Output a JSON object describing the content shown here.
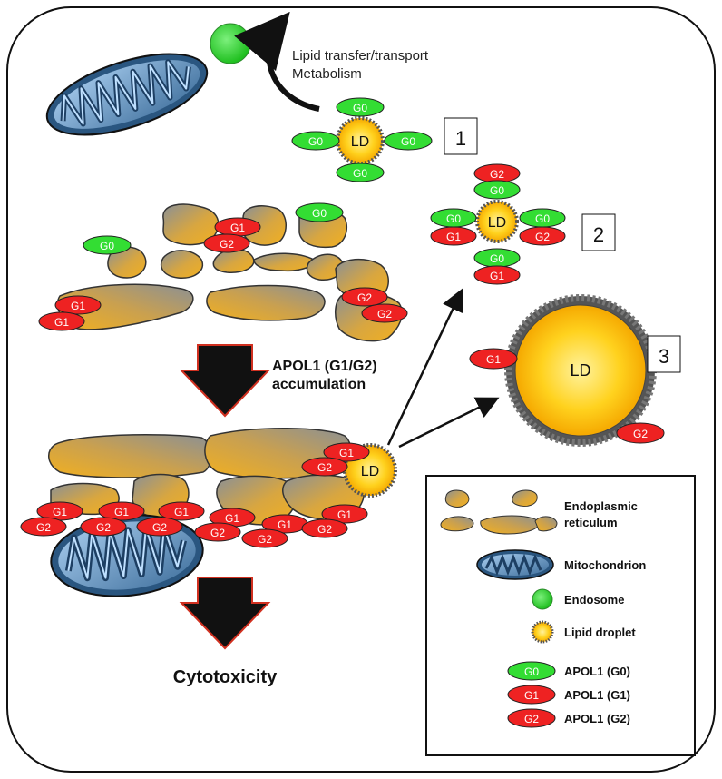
{
  "arrow_label": {
    "line1": "Lipid transfer/transport",
    "line2": "Metabolism"
  },
  "accumulation_label": {
    "line1": "APOL1 (G1/G2)",
    "line2": "accumulation"
  },
  "outcome_label": "Cytotoxicity",
  "droplet_text": "LD",
  "stage_numbers": [
    "1",
    "2",
    "3"
  ],
  "variants": {
    "g0": "G0",
    "g1": "G1",
    "g2": "G2"
  },
  "legend": {
    "er": "Endoplasmic reticulum",
    "er_line1": "Endoplasmic",
    "er_line2": "reticulum",
    "mito": "Mitochondrion",
    "endosome": "Endosome",
    "lipid_droplet": "Lipid droplet",
    "apol1_g0": "APOL1 (G0)",
    "apol1_g1": "APOL1 (G1)",
    "apol1_g2": "APOL1 (G2)"
  },
  "colors": {
    "g0_fill": "#33dd33",
    "g1_fill": "#ee2222",
    "g2_fill": "#ee2222",
    "er_gray": "#8a9096",
    "er_gold": "#f0b020",
    "mito_blue": "#7fb0dc",
    "droplet_yellow": "#ffd21e",
    "endosome_green": "#33dd33",
    "big_arrow": "#111111",
    "big_arrow_edge": "#d03020"
  },
  "icons": [
    "mitochondrion-icon",
    "endosome-icon",
    "lipid-droplet-icon",
    "er-icon",
    "apol1-oval-icon"
  ]
}
